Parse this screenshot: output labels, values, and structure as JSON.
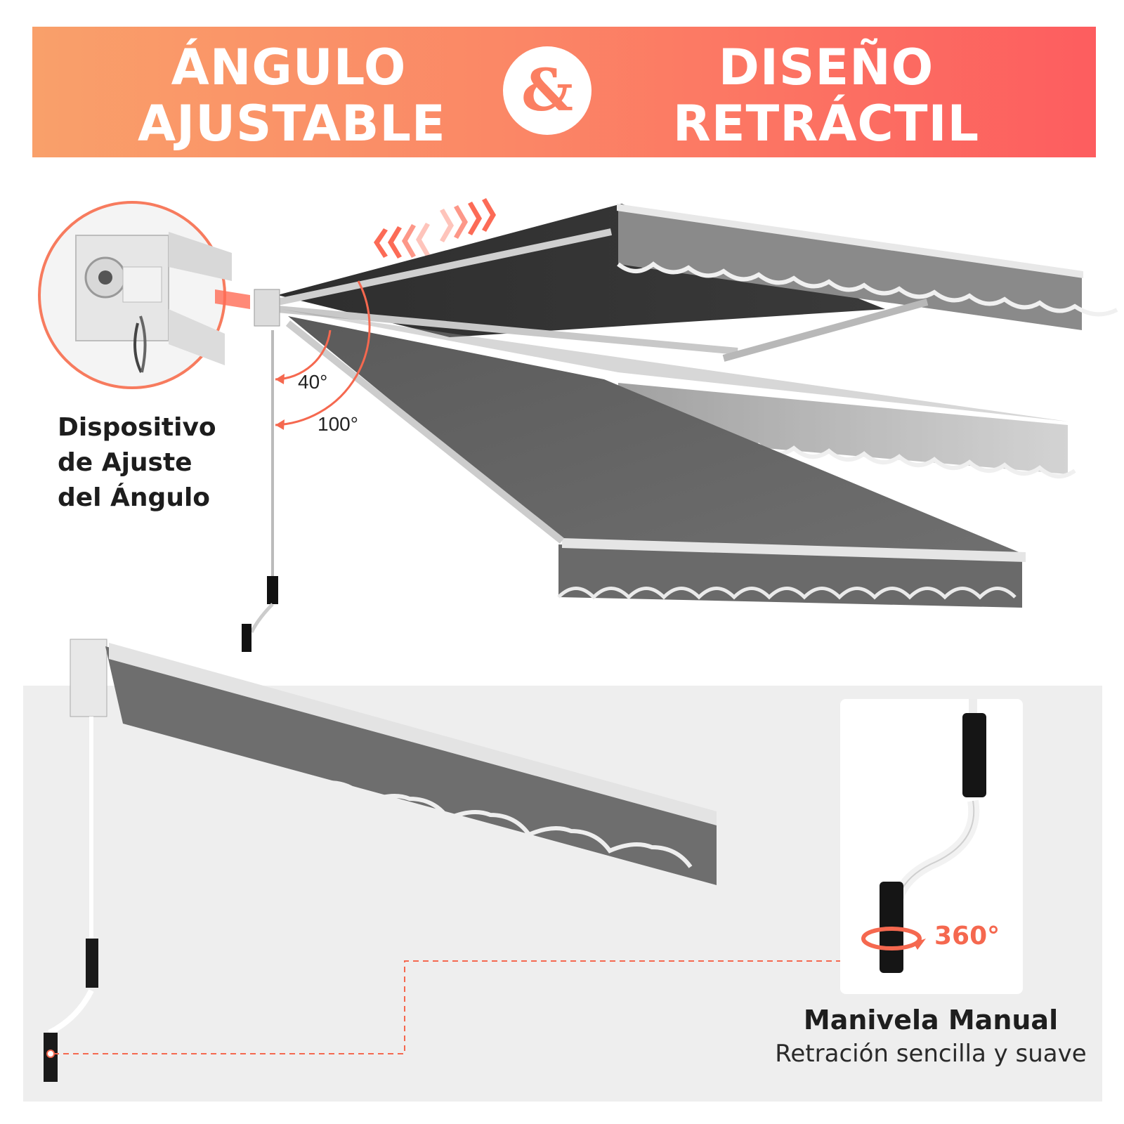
{
  "banner": {
    "left_title_line1": "ÁNGULO",
    "left_title_line2": "AJUSTABLE",
    "ampersand": "&",
    "right_title_line1": "DISEÑO",
    "right_title_line2": "RETRÁCTIL",
    "gradient_start": "#f9a06a",
    "gradient_end": "#fd5d5f"
  },
  "angle": {
    "device_line1": "Dispositivo",
    "device_line2": "de Ajuste",
    "device_line3": "del Ángulo",
    "angle_small": "40°",
    "angle_large": "100°"
  },
  "crank": {
    "rotation": "360°",
    "title": "Manivela Manual",
    "subtitle": "Retración sencilla y suave",
    "accent_color": "#f5684f"
  },
  "icons": {
    "retract_arrows": "chevron-left-arrows-icon",
    "extend_arrows": "chevron-right-arrows-icon",
    "rotate": "rotate-360-icon"
  }
}
